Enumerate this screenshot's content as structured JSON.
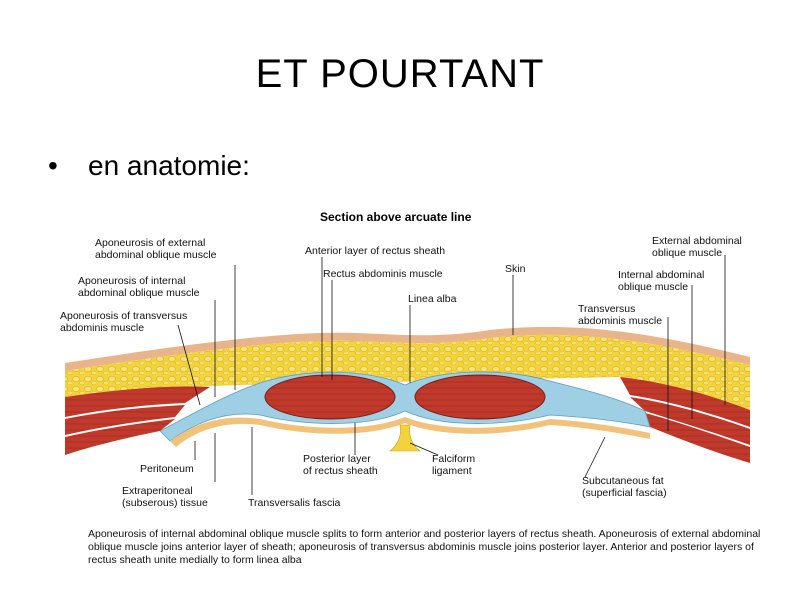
{
  "slide": {
    "title": "ET  POURTANT",
    "bullet_text": "en anatomie:"
  },
  "figure": {
    "section_title": "Section above arcuate line",
    "labels": {
      "apo_ext": "Aponeurosis of external\nabdominal oblique muscle",
      "apo_int": "Aponeurosis of internal\nabdominal oblique muscle",
      "apo_trans": "Aponeurosis of transversus\nabdominis muscle",
      "ant_layer": "Anterior layer of rectus sheath",
      "rectus": "Rectus abdominis muscle",
      "linea_alba": "Linea alba",
      "skin": "Skin",
      "ext_oblique": "External abdominal\noblique muscle",
      "int_oblique": "Internal abdominal\noblique muscle",
      "transversus": "Transversus\nabdominis muscle",
      "peritoneum": "Peritoneum",
      "extraperitoneal": "Extraperitoneal\n(subserous) tissue",
      "transversalis": "Transversalis fascia",
      "post_layer": "Posterior layer\nof rectus sheath",
      "falciform": "Falciform\nligament",
      "subcutaneous": "Subcutaneous fat\n(superficial fascia)"
    },
    "caption": "Aponeurosis of internal abdominal oblique muscle splits to form anterior and posterior layers of rectus sheath. Aponeurosis of external abdominal oblique muscle joins anterior layer of sheath; aponeurosis of transversus abdominis muscle joins posterior layer. Anterior and posterior layers of rectus sheath unite medially to form linea alba",
    "colors": {
      "fat": "#f2d33c",
      "muscle": "#c0392b",
      "sheath": "#9ecfe4",
      "skin": "#e9b48a",
      "peritoneum": "#f2c27a"
    }
  }
}
